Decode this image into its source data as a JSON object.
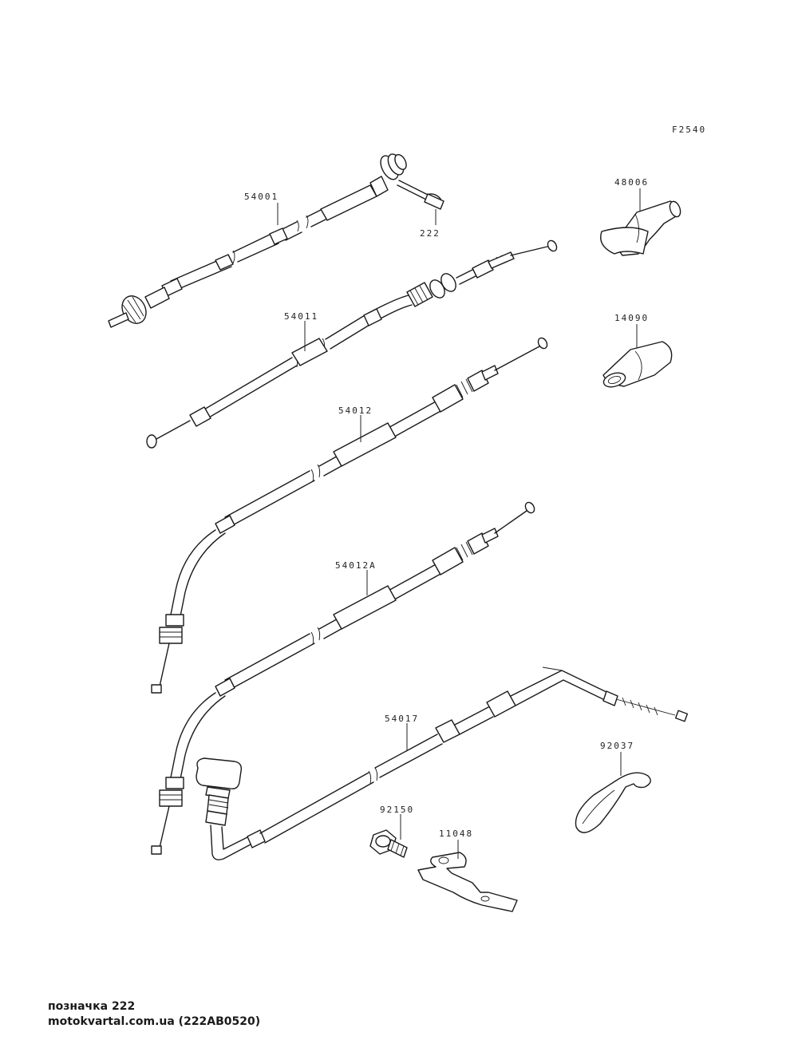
{
  "diagram": {
    "figure_code": "F2540",
    "part_numbers": {
      "speedometer_cable": "54001",
      "screw": "222",
      "cover_48006": "48006",
      "throttle_cable_54011": "54011",
      "cover_14090": "14090",
      "clutch_cable_54012": "54012",
      "clutch_cable_54012A": "54012A",
      "choke_cable": "54017",
      "clamp_92037": "92037",
      "bolt_92150": "92150",
      "bracket_11048": "11048"
    }
  },
  "watermark": {
    "line1": "позначка 222",
    "line2": "motokvartal.com.ua (222AB0520)"
  }
}
